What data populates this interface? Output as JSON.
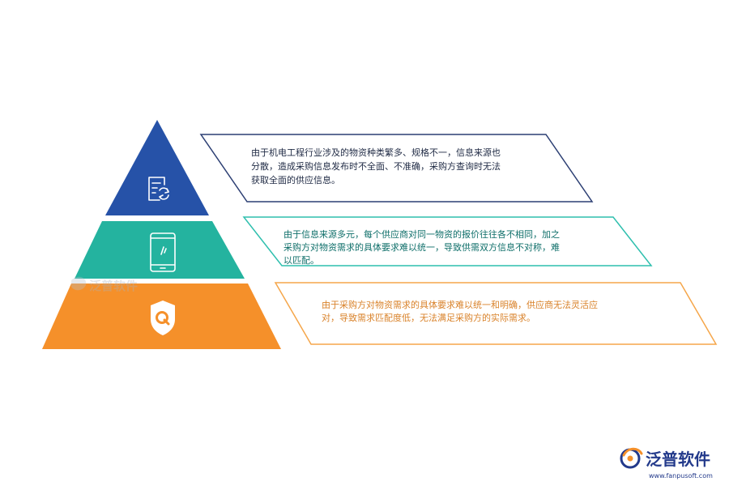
{
  "colors": {
    "tier1": "#2652a8",
    "tier2": "#24b39f",
    "tier3": "#f5902a",
    "border1": "#2c3f73",
    "border2": "#2fbfae",
    "border3": "#f5a64a",
    "text1": "#1f2a44",
    "text2": "#0f6f6a",
    "text3": "#d9822a",
    "brand": "#233a8b",
    "brandAccent": "#f5902a"
  },
  "tiers": [
    {
      "icon": "document-refresh-icon",
      "lines": [
        "由于机电工程行业涉及的物资种类繁多、规格不一，信息来源也",
        "分散，造成采购信息发布时不全面、不准确，采购方查询时无法",
        "获取全面的供应信息。"
      ]
    },
    {
      "icon": "mobile-phone-icon",
      "lines": [
        "由于信息来源多元，每个供应商对同一物资的报价往往各不相同，加之",
        "采购方对物资需求的具体要求难以统一，导致供需双方信息不对称，难",
        "以匹配。"
      ]
    },
    {
      "icon": "shield-q-icon",
      "lines": [
        "由于采购方对物资需求的具体要求难以统一和明确，供应商无法灵活应",
        "对，导致需求匹配度低，无法满足采购方的实际需求。"
      ]
    }
  ],
  "watermark": {
    "text": "泛普软件"
  },
  "brand": {
    "name": "泛普软件",
    "url": "www.fanpusoft.com"
  }
}
